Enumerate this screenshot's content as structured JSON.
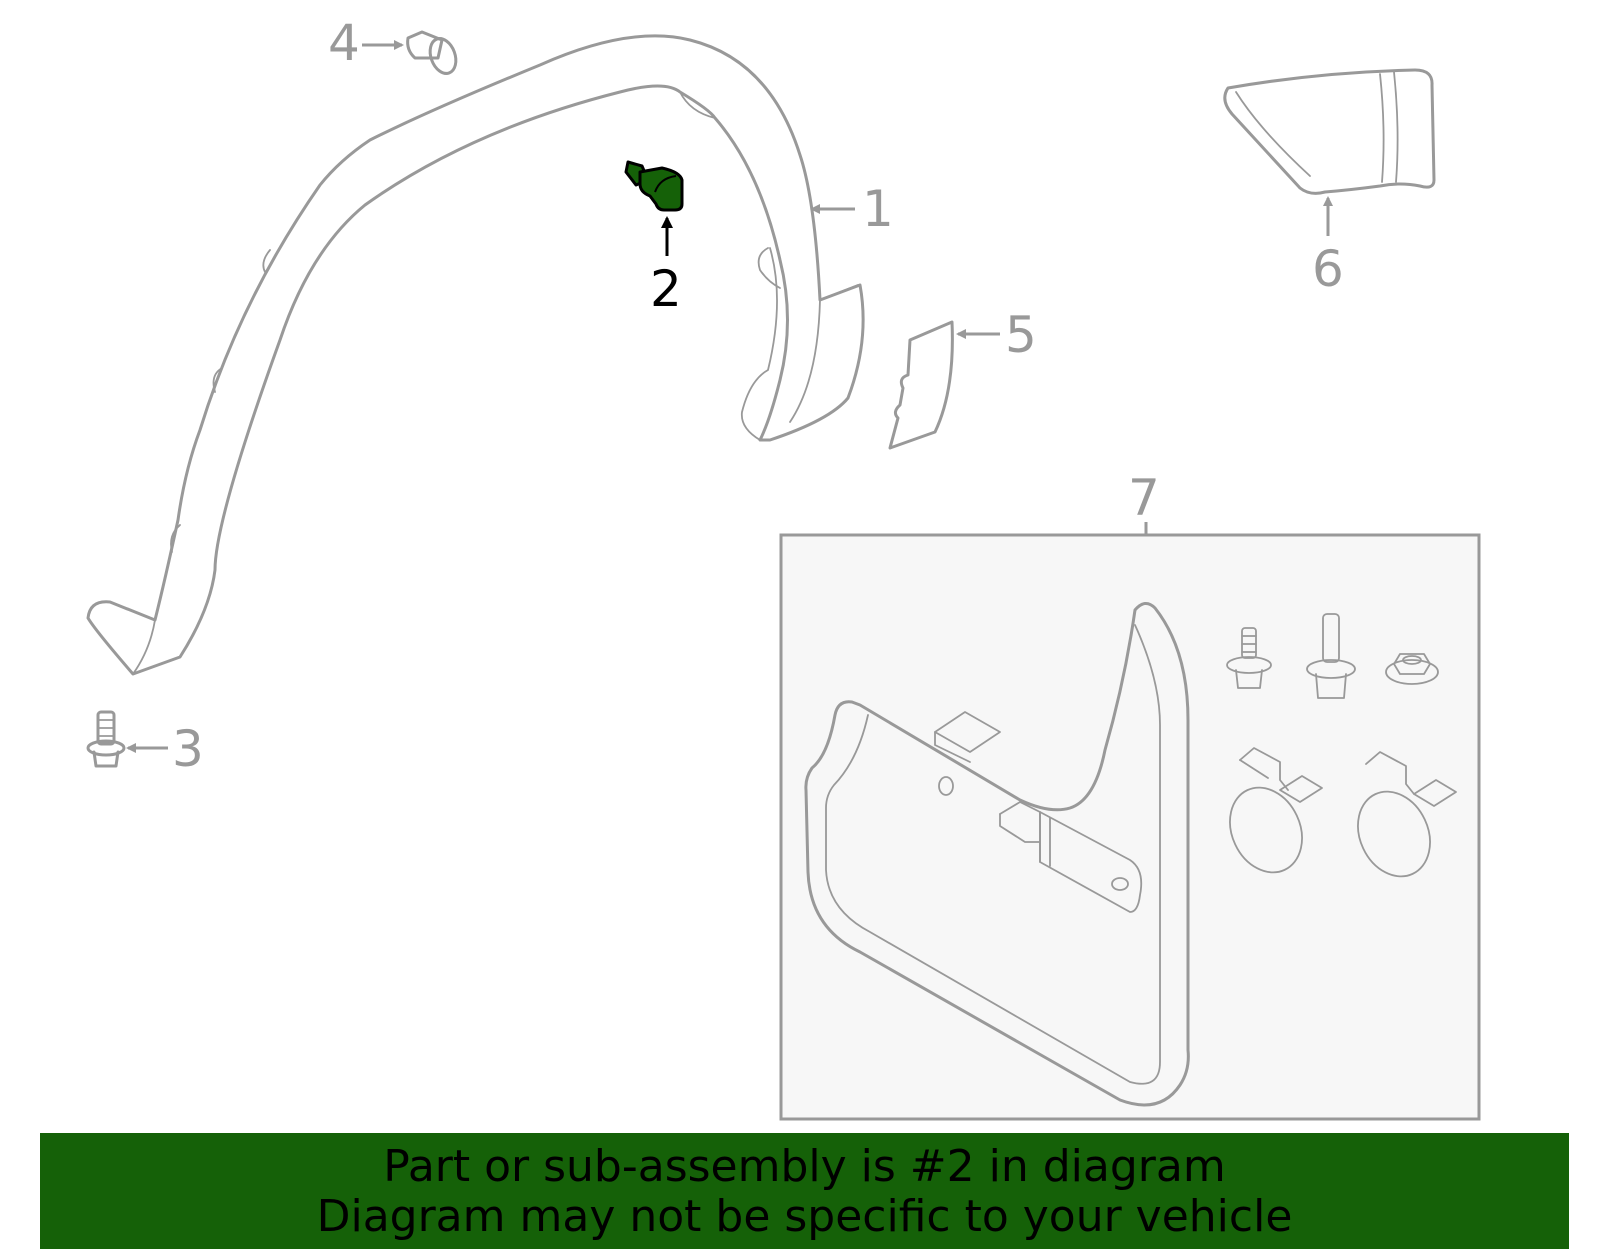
{
  "diagram": {
    "callouts": [
      {
        "id": "1",
        "text": "1"
      },
      {
        "id": "2",
        "text": "2"
      },
      {
        "id": "3",
        "text": "3"
      },
      {
        "id": "4",
        "text": "4"
      },
      {
        "id": "5",
        "text": "5"
      },
      {
        "id": "6",
        "text": "6"
      },
      {
        "id": "7",
        "text": "7"
      }
    ],
    "highlight_part": "2"
  },
  "banner": {
    "line1": "Part or sub-assembly is #2 in diagram",
    "line2": "Diagram may not be specific to your vehicle"
  },
  "colors": {
    "highlight": "#156108",
    "banner_bg": "#156108",
    "line": "#999999",
    "kit_box_bg": "#f7f7f7"
  },
  "icons": {
    "arrow": "arrow-icon"
  }
}
